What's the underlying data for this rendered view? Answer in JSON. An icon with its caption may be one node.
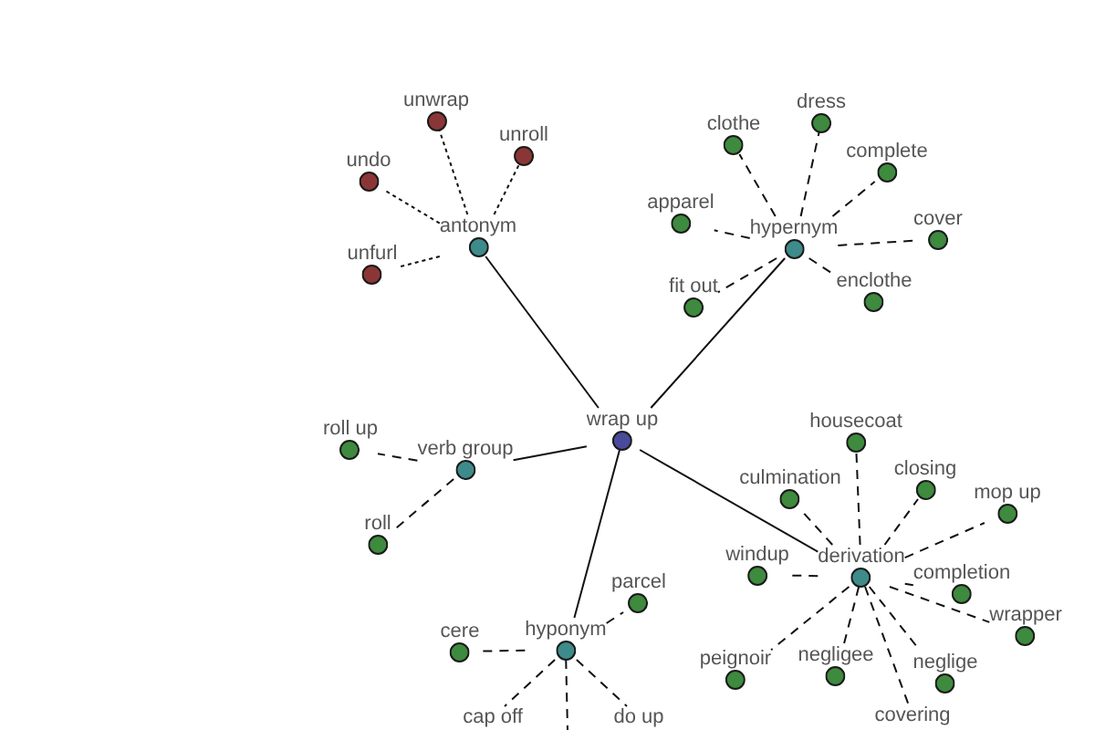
{
  "diagram": {
    "nodes": [
      {
        "text": [
          "wrap up"
        ]
      },
      {
        "text": [
          "antonym"
        ]
      },
      {
        "text": [
          "unwrap"
        ]
      },
      {
        "text": [
          "unroll"
        ]
      },
      {
        "text": [
          "undo"
        ]
      },
      {
        "text": [
          "unfurl"
        ]
      },
      {
        "text": [
          "hypernym"
        ]
      },
      {
        "text": [
          "clothe"
        ]
      },
      {
        "text": [
          "dress"
        ]
      },
      {
        "text": [
          "complete"
        ]
      },
      {
        "text": [
          "apparel"
        ]
      },
      {
        "text": [
          "cover"
        ]
      },
      {
        "text": [
          "enclothe"
        ]
      },
      {
        "text": [
          "fit out"
        ]
      },
      {
        "text": [
          "verb group"
        ]
      },
      {
        "text": [
          "roll up"
        ]
      },
      {
        "text": [
          "roll"
        ]
      },
      {
        "text": [
          "derivation"
        ]
      },
      {
        "text": [
          "housecoat"
        ]
      },
      {
        "text": [
          "culmination"
        ]
      },
      {
        "text": [
          "closing"
        ]
      },
      {
        "text": [
          "mop up"
        ]
      },
      {
        "text": [
          "windup"
        ]
      },
      {
        "text": [
          "completion"
        ]
      },
      {
        "text": [
          "wrapper"
        ]
      },
      {
        "text": [
          "peignoir"
        ]
      },
      {
        "text": [
          "negligee"
        ]
      },
      {
        "text": [
          "neglige"
        ]
      },
      {
        "text": [
          "covering"
        ]
      },
      {
        "text": [
          "hyponym"
        ]
      },
      {
        "text": [
          "parcel"
        ]
      },
      {
        "text": [
          "cere"
        ]
      },
      {
        "text": [
          "cap off"
        ]
      },
      {
        "text": [
          "do up"
        ]
      }
    ],
    "edges": [
      {
        "from": 0,
        "to": 1,
        "arrow": "none"
      },
      {
        "from": 0,
        "to": 6,
        "arrow": "none"
      },
      {
        "from": 0,
        "to": 14,
        "arrow": "none"
      },
      {
        "from": 0,
        "to": 17,
        "arrow": "none"
      },
      {
        "from": 0,
        "to": 29,
        "arrow": "none"
      },
      {
        "from": 1,
        "to": 2,
        "arrow": "none",
        "style": "dashed"
      },
      {
        "from": 1,
        "to": 3,
        "arrow": "none",
        "style": "dashed"
      },
      {
        "from": 1,
        "to": 4,
        "arrow": "none",
        "style": "dashed"
      },
      {
        "from": 1,
        "to": 5,
        "arrow": "none",
        "style": "dashed"
      },
      {
        "from": 6,
        "to": 7,
        "arrow": "none",
        "style": "dashed"
      },
      {
        "from": 6,
        "to": 8,
        "arrow": "none",
        "style": "dashed"
      },
      {
        "from": 6,
        "to": 9,
        "arrow": "none",
        "style": "dashed"
      },
      {
        "from": 6,
        "to": 10,
        "arrow": "none",
        "style": "dashed"
      },
      {
        "from": 6,
        "to": 11,
        "arrow": "none",
        "style": "dashed"
      },
      {
        "from": 6,
        "to": 12,
        "arrow": "none",
        "style": "dashed"
      },
      {
        "from": 6,
        "to": 13,
        "arrow": "none",
        "style": "dashed"
      },
      {
        "from": 14,
        "to": 15,
        "arrow": "none",
        "style": "dashed"
      },
      {
        "from": 14,
        "to": 16,
        "arrow": "none",
        "style": "dashed"
      },
      {
        "from": 17,
        "to": 18,
        "arrow": "none",
        "style": "dashed"
      },
      {
        "from": 17,
        "to": 19,
        "arrow": "none",
        "style": "dashed"
      },
      {
        "from": 17,
        "to": 20,
        "arrow": "none",
        "style": "dashed"
      },
      {
        "from": 17,
        "to": 21,
        "arrow": "none",
        "style": "dashed"
      },
      {
        "from": 17,
        "to": 22,
        "arrow": "none",
        "style": "dashed"
      },
      {
        "from": 17,
        "to": 23,
        "arrow": "none",
        "style": "dashed"
      },
      {
        "from": 17,
        "to": 24,
        "arrow": "none",
        "style": "dashed"
      },
      {
        "from": 17,
        "to": 25,
        "arrow": "none",
        "style": "dashed"
      },
      {
        "from": 17,
        "to": 26,
        "arrow": "none",
        "style": "dashed"
      },
      {
        "from": 17,
        "to": 27,
        "arrow": "none",
        "style": "dashed"
      },
      {
        "from": 17,
        "to": 28,
        "arrow": "none",
        "style": "dashed"
      },
      {
        "from": 29,
        "to": 30,
        "arrow": "none",
        "style": "dashed"
      },
      {
        "from": 29,
        "to": 31,
        "arrow": "none",
        "style": "dashed"
      },
      {
        "from": 29,
        "to": 32,
        "arrow": "none",
        "style": "dashed"
      },
      {
        "from": 29,
        "to": 33,
        "arrow": "none",
        "style": "dashed"
      },
      {
        "from": 29,
        "to": null,
        "arrow": "none",
        "style": "dashed"
      }
    ]
  }
}
